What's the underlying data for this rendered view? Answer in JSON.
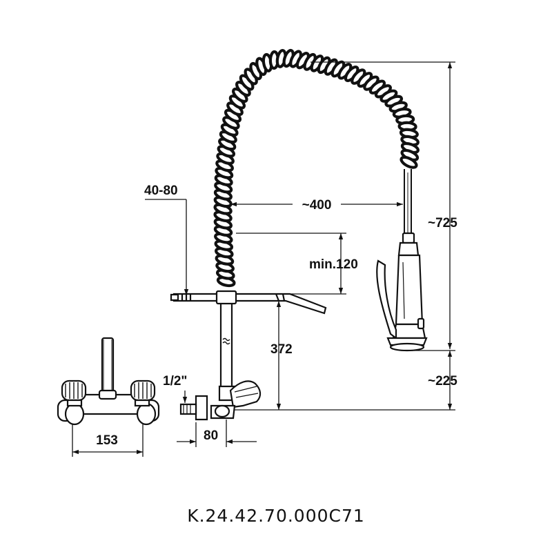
{
  "drawing": {
    "dimensions": {
      "offset_range": "40-80",
      "reach": "~400",
      "height_total": "~725",
      "min_clearance": "min.120",
      "body_height": "372",
      "bottom_height": "~225",
      "thread_size": "1/2\"",
      "inlet_spacing": "153",
      "wall_offset": "80"
    }
  },
  "caption": "K.24.42.70.000C71",
  "colors": {
    "line": "#111111",
    "background": "#ffffff"
  }
}
